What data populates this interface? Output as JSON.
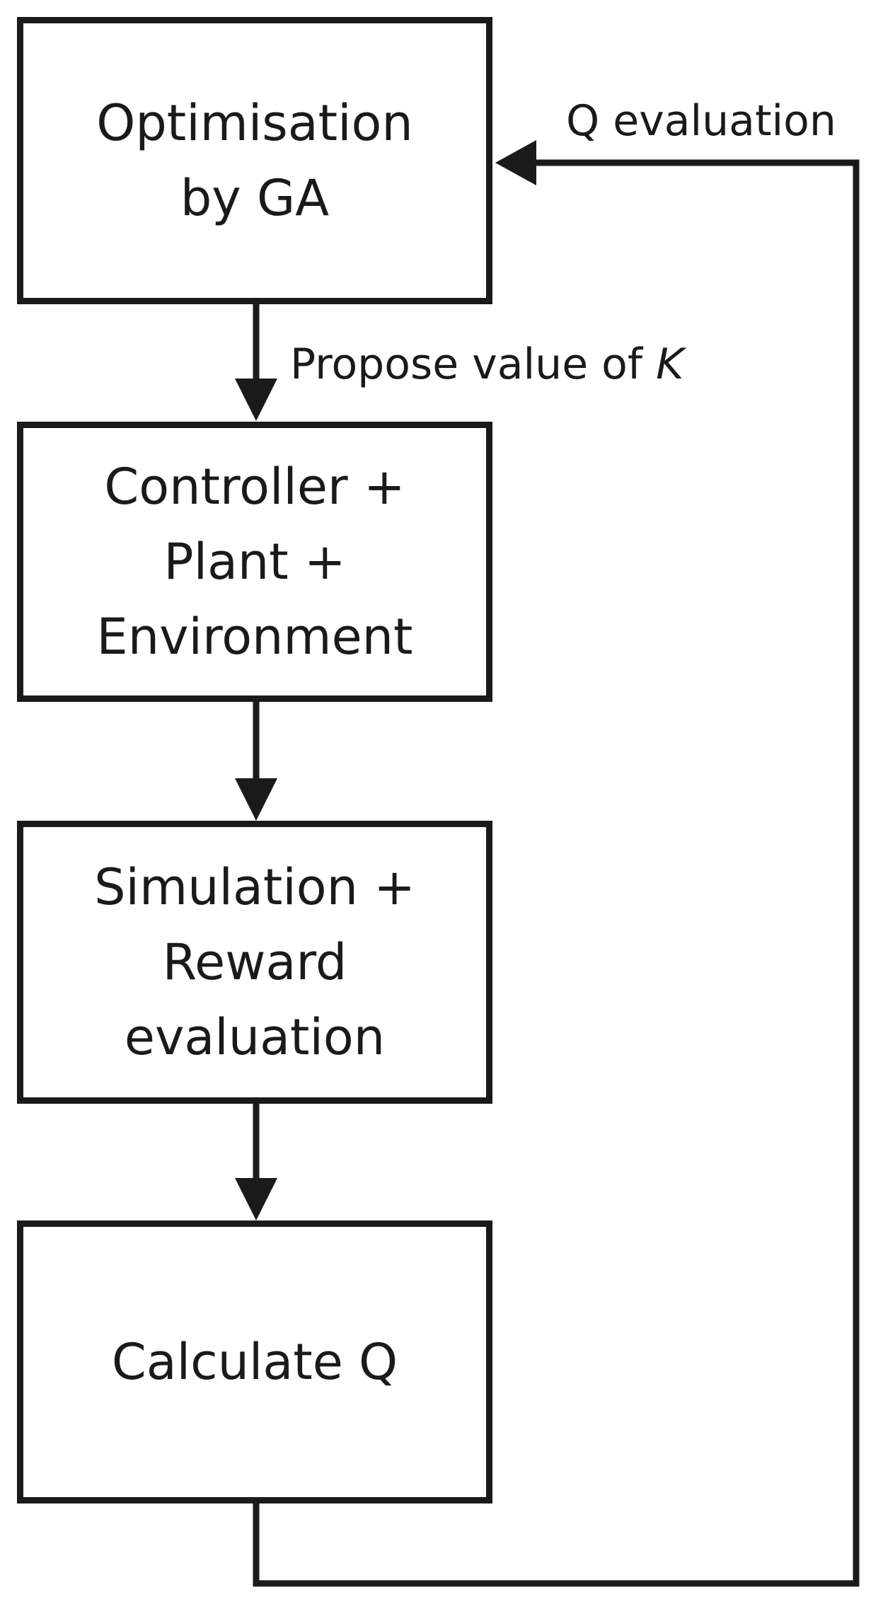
{
  "nodes": {
    "optimisation": {
      "lines": [
        "Optimisation",
        "by GA"
      ]
    },
    "controller": {
      "lines": [
        "Controller +",
        "Plant +",
        "Environment"
      ]
    },
    "simulation": {
      "lines": [
        "Simulation +",
        "Reward",
        "evaluation"
      ]
    },
    "calculate": {
      "lines": [
        "Calculate Q"
      ]
    }
  },
  "edges": {
    "propose_label": "Propose value of ",
    "propose_symbol": "K",
    "feedback_label": "Q evaluation"
  },
  "colors": {
    "stroke": "#1a1a1a",
    "background": "#ffffff"
  }
}
